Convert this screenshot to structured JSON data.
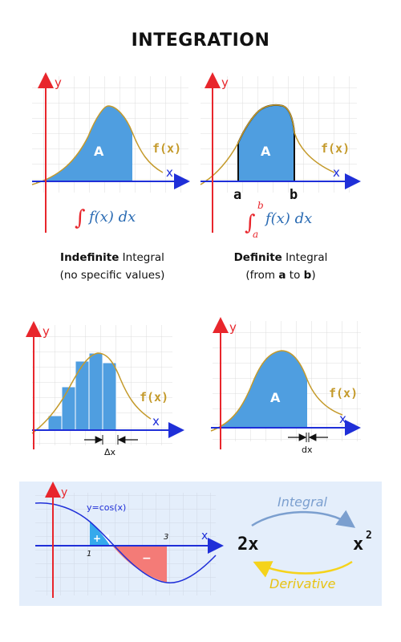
{
  "title": "INTEGRATION",
  "labels": {
    "y": "y",
    "x": "x",
    "fx": "f(x)",
    "area": "A",
    "a": "a",
    "b": "b",
    "delta_x": "Δx",
    "dx": "dx"
  },
  "formulas": {
    "indefinite_integrand": "f(x) dx",
    "definite_upper": "b",
    "definite_lower": "a",
    "definite_integrand": "f(x) dx"
  },
  "captions": {
    "indefinite_bold": "Indefinite",
    "indefinite_rest": " Integral",
    "indefinite_sub": "(no specific values)",
    "definite_bold": "Definite",
    "definite_rest": " Integral",
    "definite_sub_pre": "(from ",
    "definite_sub_a": "a",
    "definite_sub_mid": " to ",
    "definite_sub_b": "b",
    "definite_sub_post": ")"
  },
  "cos_panel": {
    "function_label": "y=cos(x)",
    "tick_1": "1",
    "tick_3": "3",
    "plus": "+",
    "minus": "−"
  },
  "relation": {
    "left_term": "2x",
    "right_base": "x",
    "right_exp": "2",
    "top_arrow_label": "Integral",
    "bottom_arrow_label": "Derivative"
  },
  "colors": {
    "axis_red": "#e8262c",
    "axis_blue": "#1f2fd8",
    "area_blue": "#4f9ee0",
    "curve_gold": "#c49a2b",
    "minus_red": "#f47b77",
    "panel_bg": "#e4eefb",
    "integral_arrow": "#7b9fcf",
    "derivative_arrow": "#f5d31b"
  }
}
